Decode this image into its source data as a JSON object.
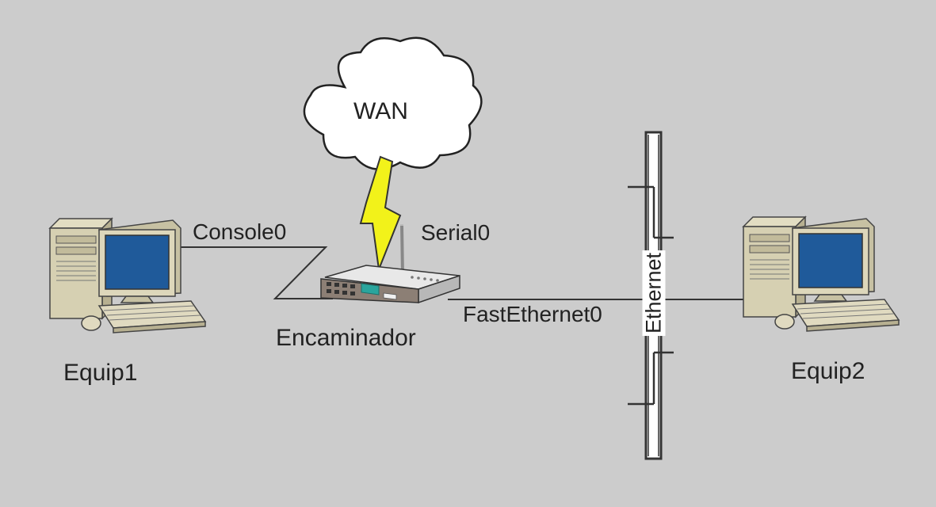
{
  "diagram": {
    "nodes": {
      "equip1": "Equip1",
      "equip2": "Equip2",
      "router": "Encaminador",
      "wan": "WAN"
    },
    "interfaces": {
      "console": "Console0",
      "serial": "Serial0",
      "fastethernet": "FastEthernet0"
    },
    "segment": "Ethernet",
    "colors": {
      "background": "#cccccc",
      "lightning": "#f2f21a",
      "monitor_screen": "#1f5a9a",
      "router_accent": "#2aa59d"
    }
  }
}
